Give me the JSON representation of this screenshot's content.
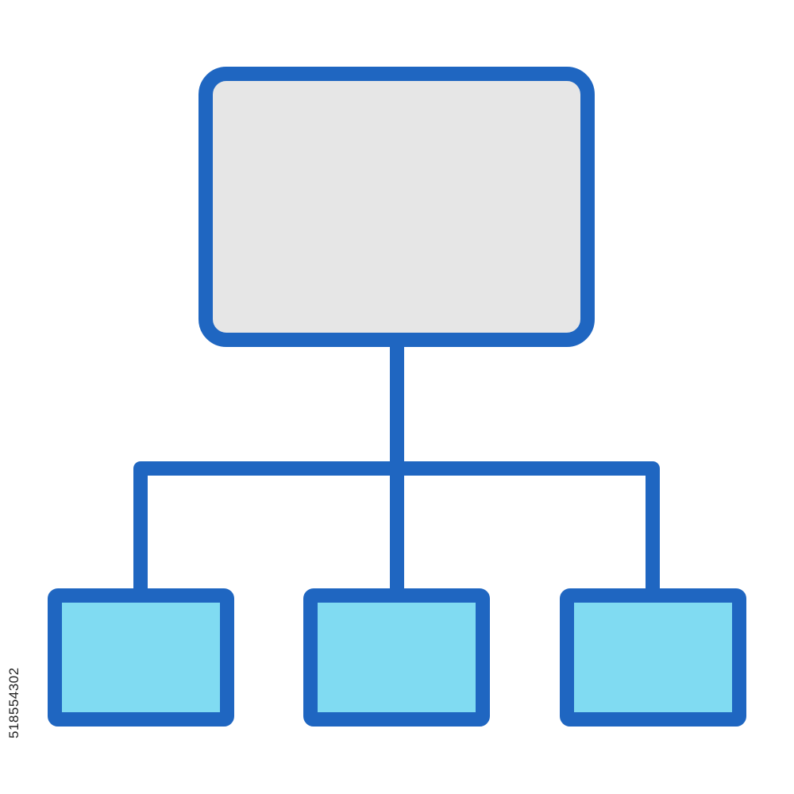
{
  "diagram": {
    "type": "hierarchy-icon",
    "nodes": [
      {
        "id": "root",
        "level": "parent"
      },
      {
        "id": "child-left",
        "level": "child"
      },
      {
        "id": "child-center",
        "level": "child"
      },
      {
        "id": "child-right",
        "level": "child"
      }
    ],
    "edges": [
      {
        "from": "root",
        "to": "child-left"
      },
      {
        "from": "root",
        "to": "child-center"
      },
      {
        "from": "root",
        "to": "child-right"
      }
    ]
  },
  "colors": {
    "stroke": "#1f66c1",
    "parent_fill": "#e6e6e6",
    "child_fill": "#80dbf2",
    "background": "#ffffff"
  },
  "stock_id": "518554302"
}
